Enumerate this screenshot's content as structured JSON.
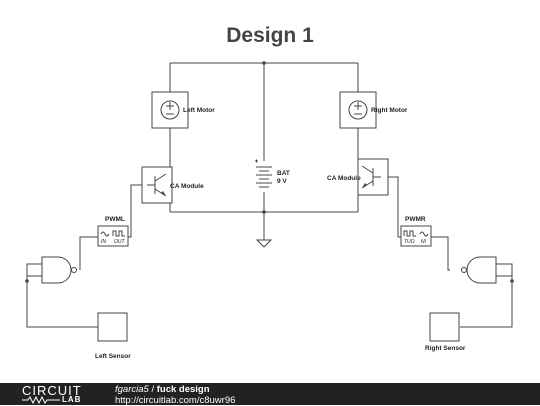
{
  "title": "Design 1",
  "components": {
    "left_motor": "Left Motor",
    "right_motor": "Right Motor",
    "battery": "BAT",
    "battery_voltage": "9 V",
    "left_ca_module": "CA Module",
    "right_ca_module": "CA Module",
    "pwml": "PWML",
    "pwml_in": "IN",
    "pwml_out": "OUT",
    "pwmr": "PWMR",
    "pwmr_in": "TUO",
    "pwmr_out": "NI",
    "left_sensor": "Left Sensor",
    "right_sensor": "Right Sensor"
  },
  "footer": {
    "logo_top": "CIRCUIT",
    "logo_bottom": "LAB",
    "user": "fgarcia5",
    "separator": " / ",
    "design_name": "fuck design",
    "url": "http://circuitlab.com/c8uwr96"
  },
  "colors": {
    "wire": "#444444",
    "footer_bg": "#222222",
    "title": "#444444"
  }
}
